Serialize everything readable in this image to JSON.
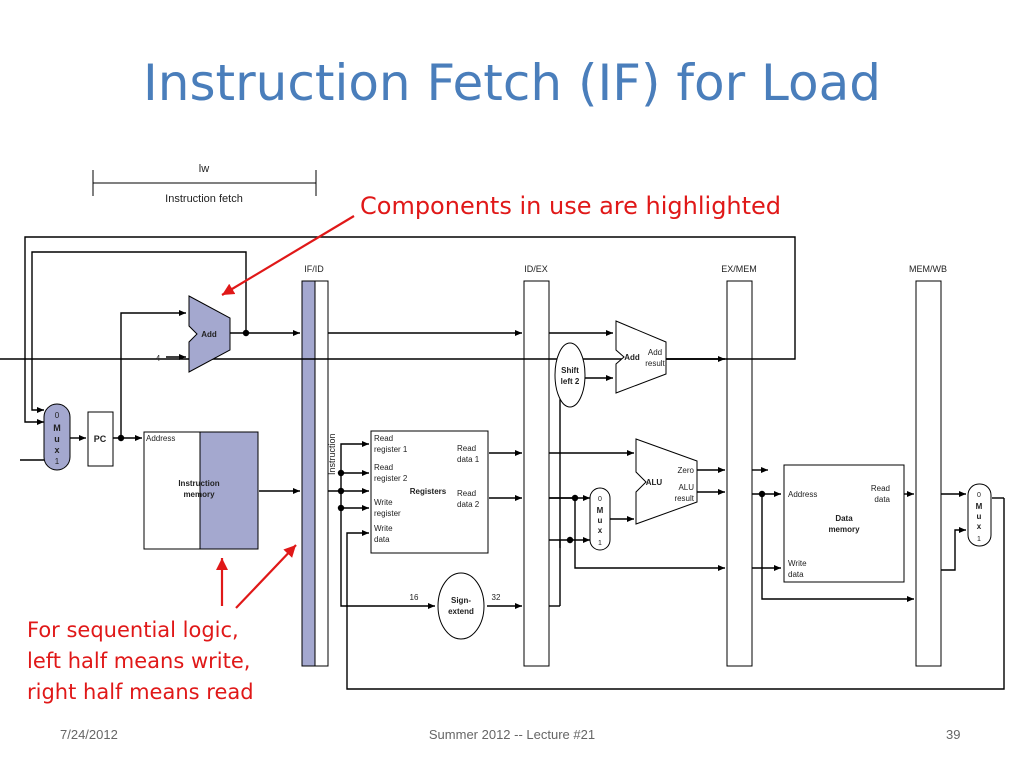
{
  "title": "Instruction Fetch (IF) for Load",
  "stage_label": "lw",
  "stage_bar_label": "Instruction fetch",
  "annotations": {
    "top": "Components in use are highlighted",
    "bottom": [
      "For sequential logic,",
      "left half means write,",
      "right half means read"
    ]
  },
  "pipeline_registers": [
    "IF/ID",
    "ID/EX",
    "EX/MEM",
    "MEM/WB"
  ],
  "components": {
    "pc": "PC",
    "add_if": "Add",
    "const_four": "4",
    "mux_if": [
      "0",
      "M",
      "u",
      "x",
      "1"
    ],
    "instr_mem_address": "Address",
    "instr_mem_title": [
      "Instruction",
      "memory"
    ],
    "instruction_vertical": "Instruction",
    "reg_read1": [
      "Read",
      "register 1"
    ],
    "reg_read2": [
      "Read",
      "register 2"
    ],
    "reg_write": [
      "Write",
      "register"
    ],
    "reg_write_data": [
      "Write",
      "data"
    ],
    "reg_title": "Registers",
    "reg_out1": [
      "Read",
      "data 1"
    ],
    "reg_out2": [
      "Read",
      "data 2"
    ],
    "sign_extend": [
      "Sign-",
      "extend"
    ],
    "sign_in_width": "16",
    "sign_out_width": "32",
    "shift_left": [
      "Shift",
      "left 2"
    ],
    "add_ex": "Add",
    "add_result": [
      "Add",
      "result"
    ],
    "mux_ex": [
      "0",
      "M",
      "u",
      "x",
      "1"
    ],
    "alu": "ALU",
    "alu_zero": "Zero",
    "alu_result": [
      "ALU",
      "result"
    ],
    "dm_address": "Address",
    "dm_title": [
      "Data",
      "memory"
    ],
    "dm_read": [
      "Read",
      "data"
    ],
    "dm_write": [
      "Write",
      "data"
    ],
    "mux_wb": [
      "0",
      "M",
      "u",
      "x",
      "1"
    ]
  },
  "colors": {
    "title": "#4a7ebb",
    "annotation": "#e01818",
    "highlight": "#a4a8cf",
    "line": "#000000"
  },
  "footer": {
    "date": "7/24/2012",
    "center": "Summer 2012 -- Lecture #21",
    "page": "39"
  }
}
